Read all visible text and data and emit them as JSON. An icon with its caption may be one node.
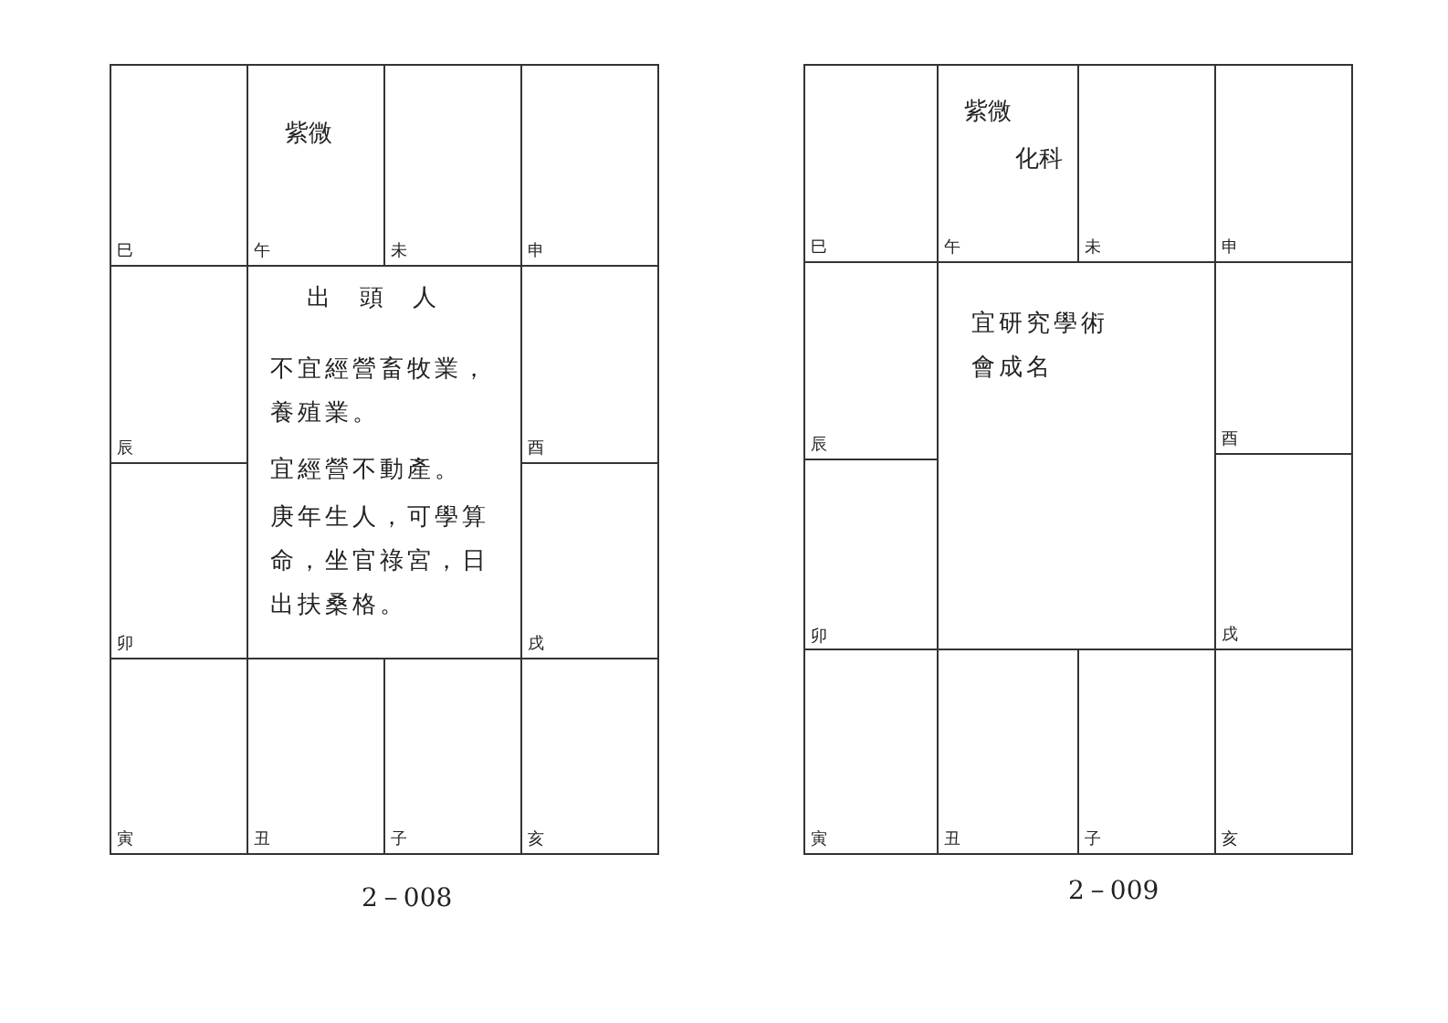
{
  "diagram": {
    "nodes": [
      {
        "text": [
          "巳"
        ]
      },
      {
        "text": [
          "紫微",
          "午"
        ]
      },
      {
        "text": [
          "未"
        ]
      },
      {
        "text": [
          "申"
        ]
      },
      {
        "text": [
          "辰"
        ]
      },
      {
        "text": [
          "出頭人",
          "不宜經營畜牧業，養殖業。",
          "宜經營不動產。",
          "庚年生人，可學算命，坐官祿宮，日出扶桑格。"
        ]
      },
      {
        "text": [
          "酉"
        ]
      },
      {
        "text": [
          "卯"
        ]
      },
      {
        "text": [
          "戌"
        ]
      },
      {
        "text": [
          "寅"
        ]
      },
      {
        "text": [
          "丑"
        ]
      },
      {
        "text": [
          "子"
        ]
      },
      {
        "text": [
          "亥"
        ]
      },
      {
        "text": [
          "巳"
        ]
      },
      {
        "text": [
          "紫微",
          "化科",
          "午"
        ]
      },
      {
        "text": [
          "未"
        ]
      },
      {
        "text": [
          "申"
        ]
      },
      {
        "text": [
          "辰"
        ]
      },
      {
        "text": [
          "宜研究學術會成名"
        ]
      },
      {
        "text": [
          "酉"
        ]
      },
      {
        "text": [
          "卯"
        ]
      },
      {
        "text": [
          "戌"
        ]
      },
      {
        "text": [
          "寅"
        ]
      },
      {
        "text": [
          "丑"
        ]
      },
      {
        "text": [
          "子"
        ]
      },
      {
        "text": [
          "亥"
        ]
      }
    ],
    "labels": [
      "2－008",
      "2－009"
    ]
  }
}
